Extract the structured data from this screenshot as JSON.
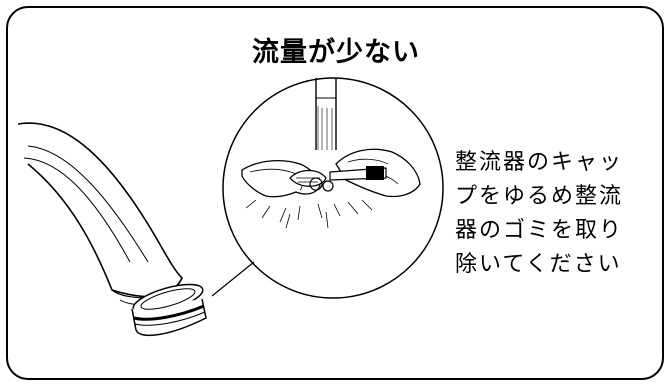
{
  "title": "流量が少ない",
  "instructions": {
    "lines": [
      "整流器のキャッ",
      "プをゆるめ整流",
      "器のゴミを取り",
      "除いてください"
    ]
  },
  "illustration": {
    "icons": [
      "faucet-spout-icon",
      "aerator-cap-icon",
      "magnified-cleaning-detail-icon"
    ]
  }
}
